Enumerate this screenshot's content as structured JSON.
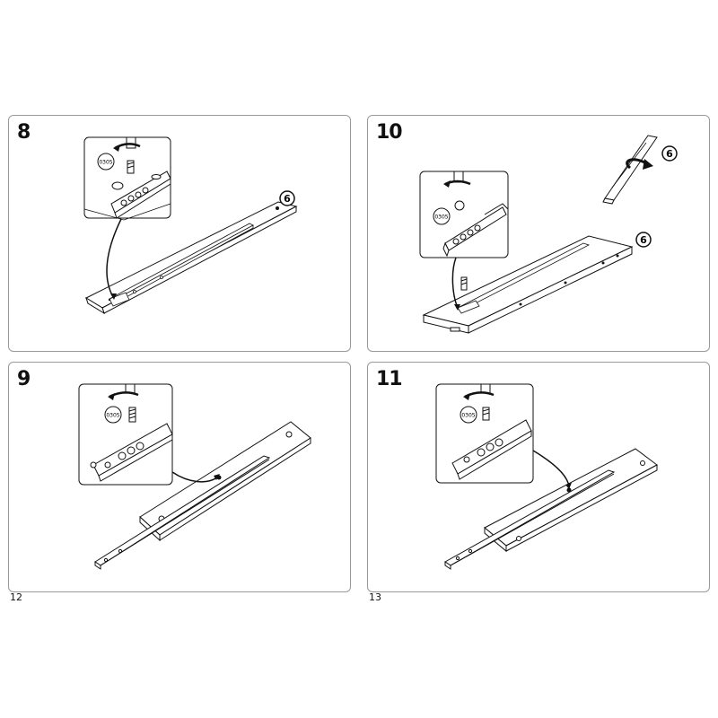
{
  "pages": {
    "left": "12",
    "right": "13"
  },
  "panels": {
    "step8": {
      "step": "8",
      "part_code": "0305",
      "part_label": "6"
    },
    "step10": {
      "step": "10",
      "part_code": "0305",
      "part_label_a": "6",
      "part_label_b": "6"
    },
    "step9": {
      "step": "9",
      "part_code": "0305"
    },
    "step11": {
      "step": "11",
      "part_code": "0305"
    }
  },
  "icons": [
    "screw-icon",
    "screwdriver-icon",
    "rotate-arrow-icon",
    "drawer-slide-icon",
    "board-panel-icon"
  ]
}
